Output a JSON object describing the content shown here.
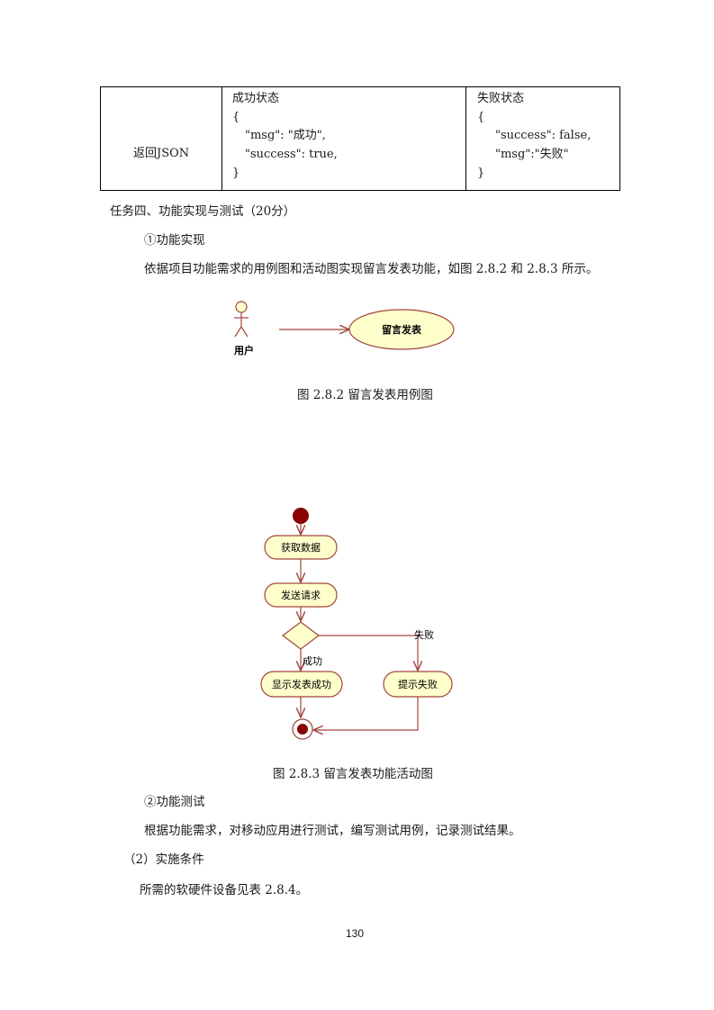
{
  "table": {
    "row_label": "返回JSON",
    "success_col": [
      "成功状态",
      "{",
      "\"msg\": \"成功\",",
      "\"success\": true,",
      "}"
    ],
    "fail_col": [
      "失败状态",
      "{",
      "\"success\": false,",
      "\"msg\":\"失败\"",
      "}"
    ]
  },
  "task_heading": "任务四、功能实现与测试（20分）",
  "sub1": "①功能实现",
  "para1": "依据项目功能需求的用例图和活动图实现留言发表功能，如图 2.8.2 和 2.8.3 所示。",
  "use_case": {
    "actor_label": "用户",
    "case_label": "留言发表",
    "caption": "图 2.8.2   留言发表用例图"
  },
  "activity": {
    "nodes": {
      "get_data": "获取数据",
      "send_request": "发送请求",
      "show_success": "显示发表成功",
      "show_fail": "提示失败"
    },
    "guards": {
      "success": "成功",
      "fail": "失败"
    },
    "caption": "图 2.8.3   留言发表功能活动图"
  },
  "sub2": "②功能测试",
  "para2": "根据功能需求，对移动应用进行测试，编写测试用例，记录测试结果。",
  "sec2": "（2）实施条件",
  "para3": "所需的软硬件设备见表 2.8.4。",
  "page_number": "130",
  "colors": {
    "node_fill": "#ffffcc",
    "node_stroke": "#a0463c",
    "start_fill": "#8b0000",
    "arrow": "#a0463c"
  }
}
